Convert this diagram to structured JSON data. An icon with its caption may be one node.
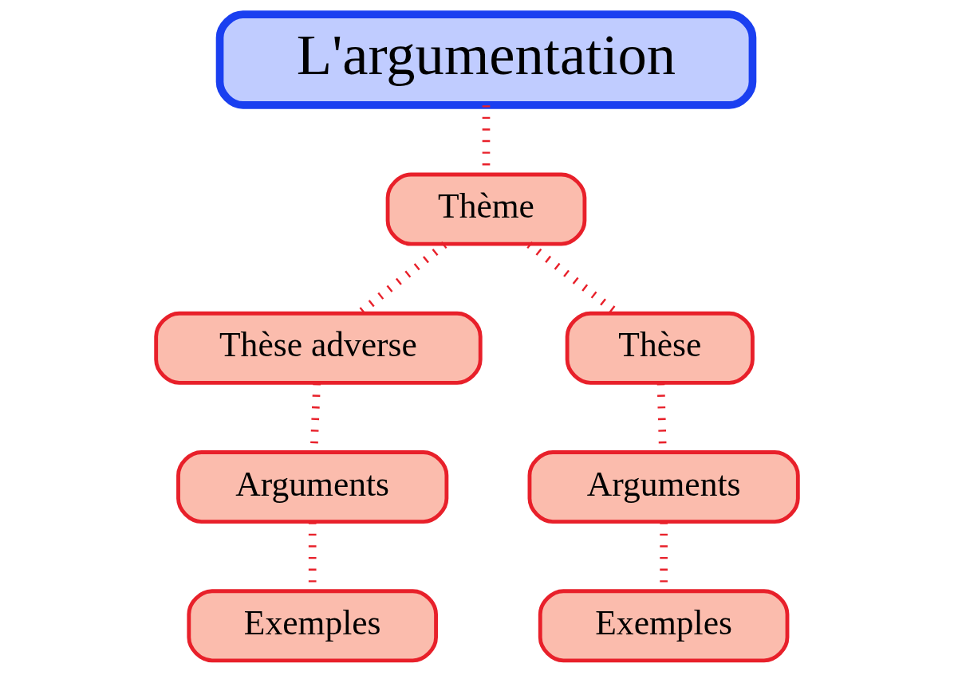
{
  "diagram": {
    "nodes": [
      {
        "text": [
          "L'argumentation"
        ]
      },
      {
        "text": [
          "Thème"
        ]
      },
      {
        "text": [
          "Thèse adverse"
        ]
      },
      {
        "text": [
          "Thèse"
        ]
      },
      {
        "text": [
          "Arguments"
        ]
      },
      {
        "text": [
          "Arguments"
        ]
      },
      {
        "text": [
          "Exemples"
        ]
      },
      {
        "text": [
          "Exemples"
        ]
      }
    ],
    "edges": [
      {
        "from": 0,
        "to": 1,
        "arrow": "none",
        "style": "dashed"
      },
      {
        "from": 1,
        "to": 2,
        "arrow": "none",
        "style": "dashed"
      },
      {
        "from": 1,
        "to": 3,
        "arrow": "none",
        "style": "dashed"
      },
      {
        "from": 2,
        "to": 4,
        "arrow": "none",
        "style": "dashed"
      },
      {
        "from": 3,
        "to": 5,
        "arrow": "none",
        "style": "dashed"
      },
      {
        "from": 4,
        "to": 6,
        "arrow": "none",
        "style": "dashed"
      },
      {
        "from": 5,
        "to": 7,
        "arrow": "none",
        "style": "dashed"
      }
    ]
  }
}
